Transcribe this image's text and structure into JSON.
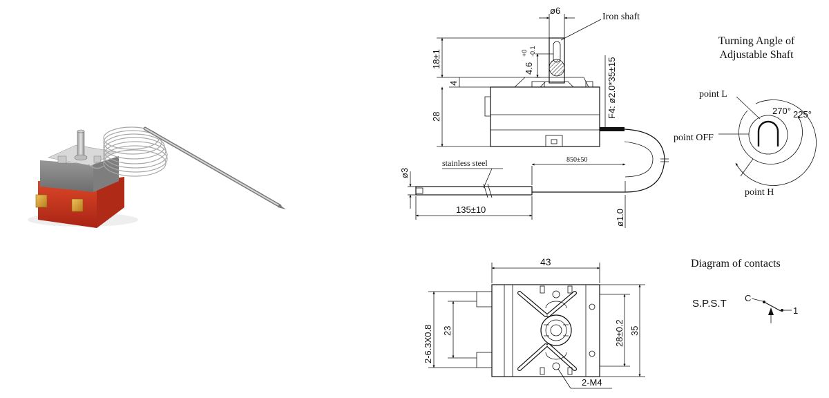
{
  "photo": {
    "subject": "capillary thermostat with bulb"
  },
  "shaft_angle": {
    "title_line1": "Turning Angle of",
    "title_line2": "Adjustable Shaft",
    "point_l": "point L",
    "point_off": "point OFF",
    "point_h": "point H",
    "angle_270": "270°",
    "angle_225": "225°"
  },
  "side_view": {
    "iron_shaft": "Iron shaft",
    "dia_shaft": "ø6",
    "dim_18": "18±1",
    "dim_4_6": "4.6",
    "dim_4_6_tol_upper": "+0",
    "dim_4_6_tol_lower": "-0.1",
    "dim_4": "4",
    "dim_28": "28",
    "f4_label": "F4: ø2.0*35±15",
    "capillary_len": "850±50",
    "stainless": "stainless steel",
    "bulb_dia": "ø3",
    "bulb_len": "135±10",
    "capillary_dia": "ø1.0"
  },
  "bottom_view": {
    "width": "43",
    "terminals": "2-6.3X0.8",
    "dim_23": "23",
    "dim_28": "28±0.2",
    "dim_35": "35",
    "screws": "2-M4"
  },
  "contacts": {
    "title": "Diagram of contacts",
    "type": "S.P.S.T",
    "c_label": "C",
    "one_label": "1"
  },
  "colors": {
    "line": "#111111",
    "base_red": "#c8321e",
    "terminal_gold": "#d9a23a",
    "body_gray": "#8a8a8a",
    "metal": "#b8b8b8"
  }
}
